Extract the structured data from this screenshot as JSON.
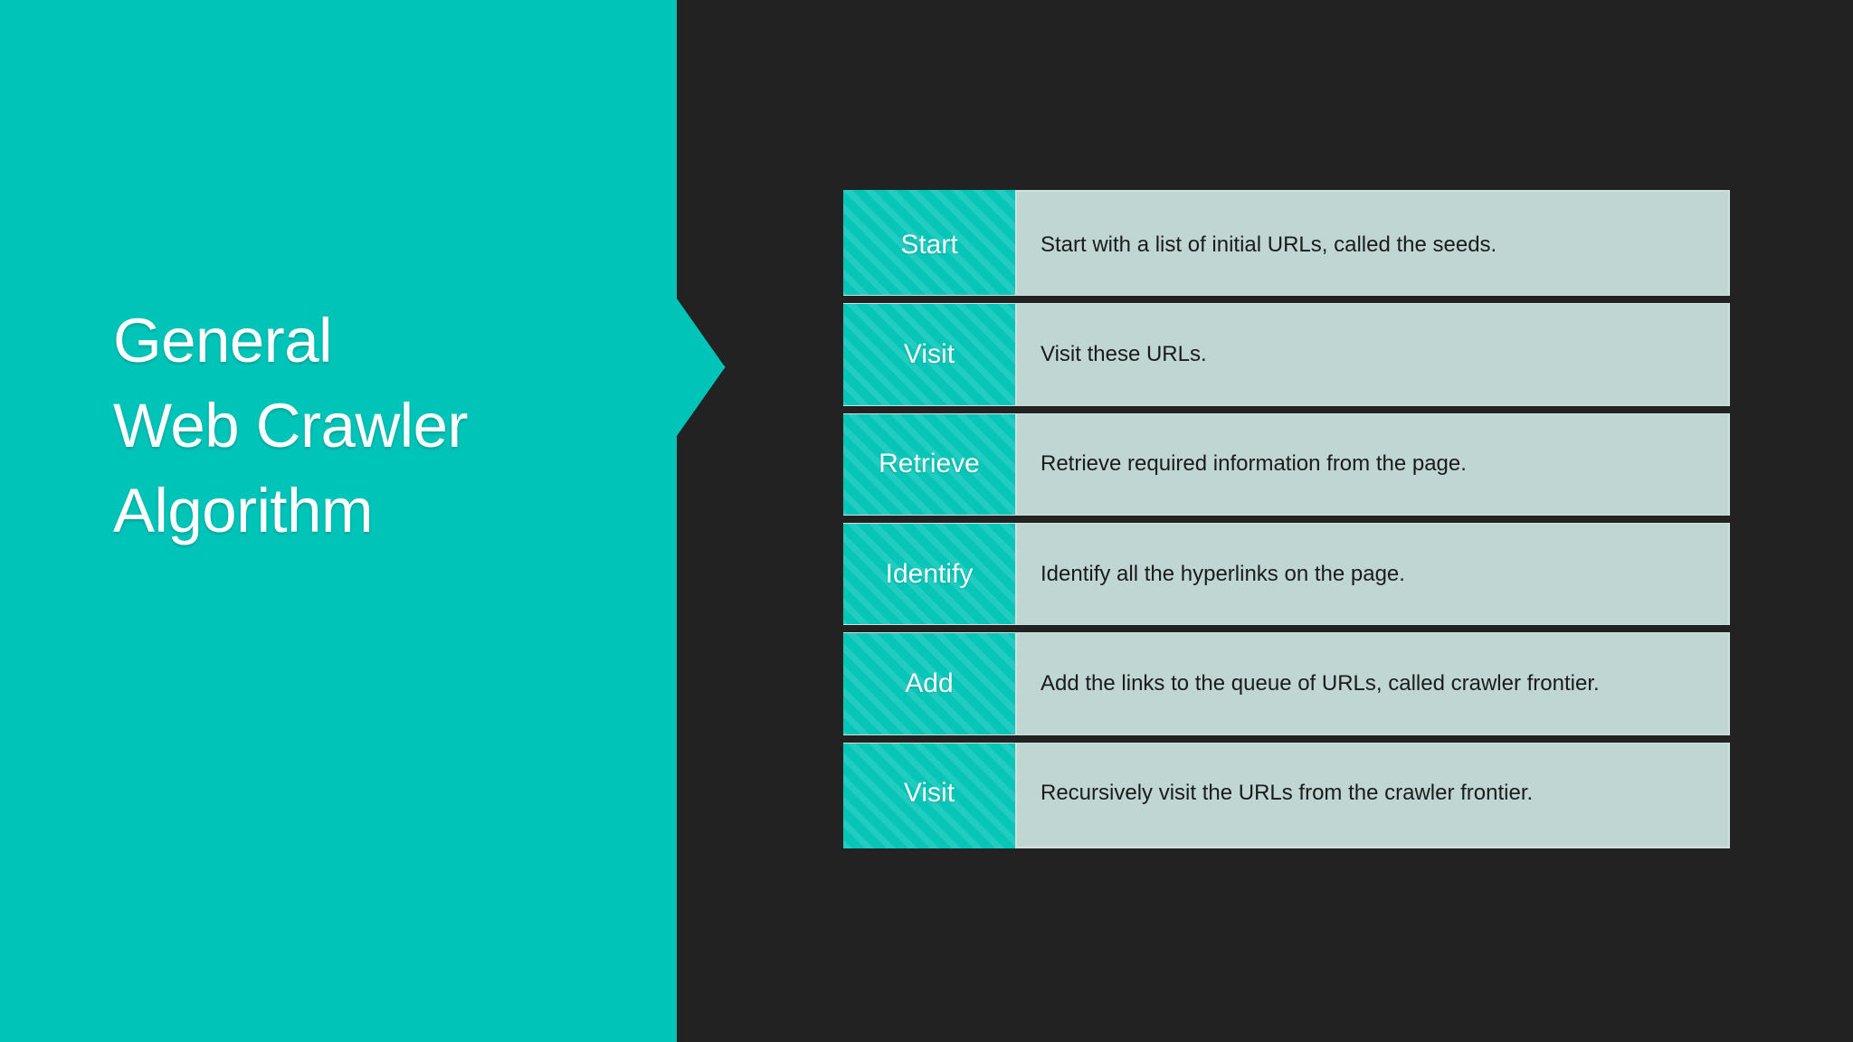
{
  "slide": {
    "background_color": "#222222",
    "accent_color": "#00c4b8",
    "panel_color": "#00c4b8",
    "cell_color": "#bfd6d3",
    "title_lines": [
      "General",
      "Web Crawler",
      "Algorithm"
    ],
    "arrow_icon_name": "right-chevron-arrow"
  },
  "table": {
    "rows": [
      {
        "label": "Start",
        "description": "Start with a list of initial URLs, called the seeds."
      },
      {
        "label": "Visit",
        "description": "Visit these URLs."
      },
      {
        "label": "Retrieve",
        "description": "Retrieve required information from the page."
      },
      {
        "label": "Identify",
        "description": "Identify all the hyperlinks on the page."
      },
      {
        "label": "Add",
        "description": "Add the links to the queue of URLs, called crawler frontier."
      },
      {
        "label": "Visit",
        "description": "Recursively visit the URLs from the crawler frontier."
      }
    ]
  }
}
